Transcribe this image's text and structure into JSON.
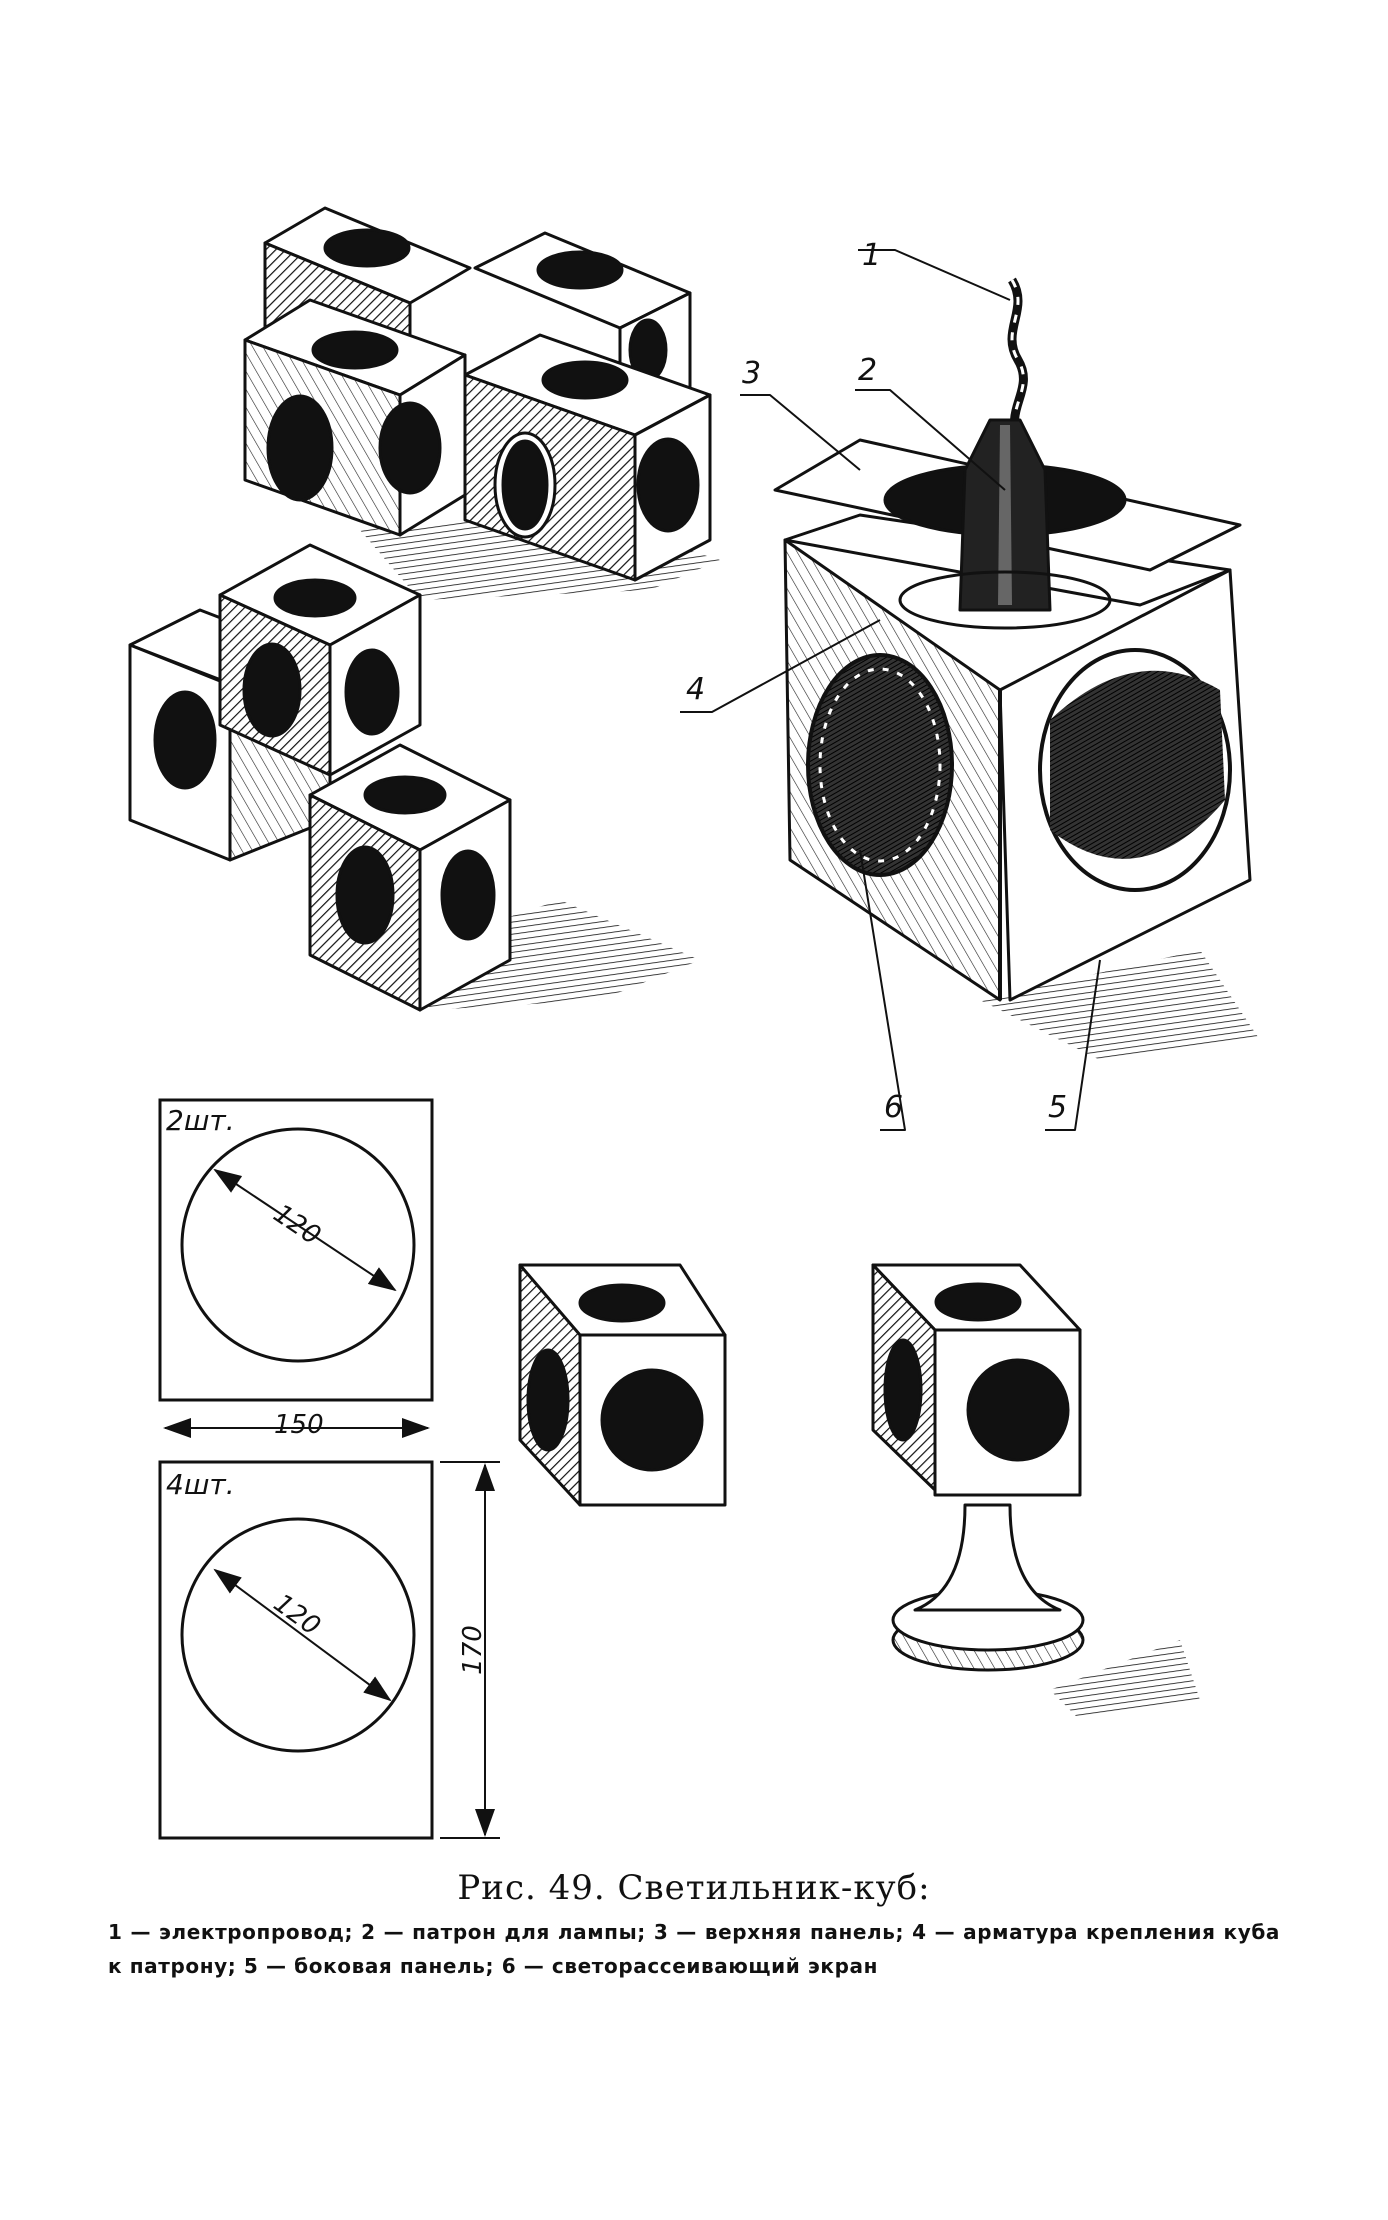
{
  "callouts": {
    "c1": "1",
    "c2": "2",
    "c3": "3",
    "c4": "4",
    "c5": "5",
    "c6": "6"
  },
  "panels": {
    "top": {
      "quantity": "2шт.",
      "diameter": "120",
      "width": "150"
    },
    "side": {
      "quantity": "4шт.",
      "diameter": "120",
      "height": "170"
    }
  },
  "caption": {
    "title": "Рис. 49. Светильник-куб:",
    "text": "1 — электропровод; 2 — патрон для лампы; 3 — верхняя панель; 4 — арматура крепления куба к патрону; 5 — боковая панель; 6 — светорассеивающий экран"
  }
}
